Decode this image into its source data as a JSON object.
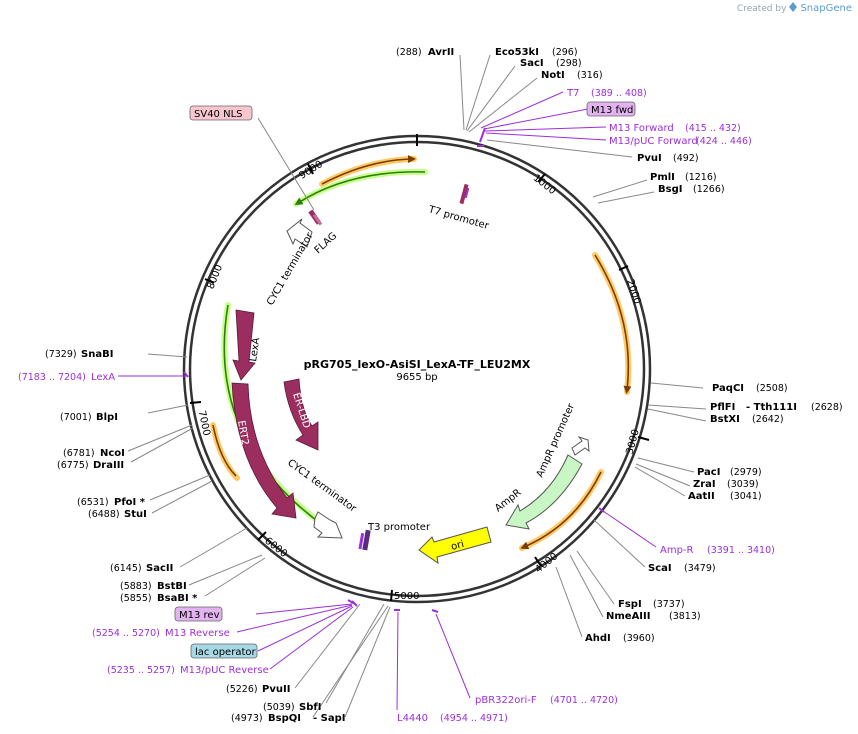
{
  "credit": {
    "prefix": "Created by",
    "brand": "SnapGene"
  },
  "plasmid": {
    "name": "pRG705_lexO-AsiSI_LexA-TF_LEU2MX",
    "length": "9655 bp"
  },
  "ticks": [
    "1000",
    "2000",
    "3000",
    "4000",
    "5000",
    "6000",
    "7000",
    "8000",
    "9000"
  ],
  "enzymes": [
    {
      "name": "AvrII",
      "pos": "(288)"
    },
    {
      "name": "Eco53kI",
      "pos": "(296)"
    },
    {
      "name": "SacI",
      "pos": "(298)"
    },
    {
      "name": "NotI",
      "pos": "(316)"
    },
    {
      "name": "PvuI",
      "pos": "(492)"
    },
    {
      "name": "PmlI",
      "pos": "(1216)"
    },
    {
      "name": "BsgI",
      "pos": "(1266)"
    },
    {
      "name": "PaqCI",
      "pos": "(2508)"
    },
    {
      "name": "PflFI",
      "pos": ""
    },
    {
      "name": "- Tth111I",
      "pos": "(2628)"
    },
    {
      "name": "BstXI",
      "pos": "(2642)"
    },
    {
      "name": "PacI",
      "pos": "(2979)"
    },
    {
      "name": "ZraI",
      "pos": "(3039)"
    },
    {
      "name": "AatII",
      "pos": "(3041)"
    },
    {
      "name": "ScaI",
      "pos": "(3479)"
    },
    {
      "name": "FspI",
      "pos": "(3737)"
    },
    {
      "name": "NmeAIII",
      "pos": "(3813)"
    },
    {
      "name": "AhdI",
      "pos": "(3960)"
    },
    {
      "name": "SnaBI",
      "pos": "(7329)"
    },
    {
      "name": "BlpI",
      "pos": "(7001)"
    },
    {
      "name": "NcoI",
      "pos": "(6781)"
    },
    {
      "name": "DraIII",
      "pos": "(6775)"
    },
    {
      "name": "PfoI *",
      "pos": "(6531)"
    },
    {
      "name": "StuI",
      "pos": "(6488)"
    },
    {
      "name": "SacII",
      "pos": "(6145)"
    },
    {
      "name": "BstBI",
      "pos": "(5883)"
    },
    {
      "name": "BsaBI *",
      "pos": "(5855)"
    },
    {
      "name": "PvuII",
      "pos": "(5226)"
    },
    {
      "name": "SbfI",
      "pos": "(5039)"
    },
    {
      "name": "BspQI",
      "pos": "(4973)"
    },
    {
      "name": "- SapI",
      "pos": ""
    }
  ],
  "primers": [
    {
      "name": "T7",
      "pos": "(389 .. 408)"
    },
    {
      "name": "M13 Forward",
      "pos": "(415 .. 432)"
    },
    {
      "name": "M13/pUC Forward",
      "pos": "(424 .. 446)"
    },
    {
      "name": "LexA",
      "pos": "(7183 .. 7204)"
    },
    {
      "name": "Amp-R",
      "pos": "(3391 .. 3410)"
    },
    {
      "name": "M13 Reverse",
      "pos": "(5254 .. 5270)"
    },
    {
      "name": "M13/pUC Reverse",
      "pos": "(5235 .. 5257)"
    },
    {
      "name": "pBR322ori-F",
      "pos": "(4701 .. 4720)"
    },
    {
      "name": "L4440",
      "pos": "(4954 .. 4971)"
    }
  ],
  "boxed_features": [
    "SV40 NLS",
    "M13 fwd",
    "M13 rev",
    "lac operator"
  ],
  "features": [
    "T7 promoter",
    "FLAG",
    "CYC1 terminator",
    "LexA",
    "ER-LBD",
    "ERT2",
    "CYC1 terminator",
    "T3 promoter",
    "AmpR promoter",
    "AmpR",
    "ori"
  ],
  "colors": {
    "primer": "#9b30d9",
    "feature_maroon": "#9b2d5f",
    "ori": "#ffff00",
    "ampr": "#c8f7c5",
    "orf_arrow": "#8a4a00",
    "orf_glow": "#ffc966",
    "green_arrow": "#2f7d0b",
    "green_glow": "#c6ff8c",
    "nls_box": "#f7c6cf",
    "fwd_box": "#e3b3f0",
    "lacop_box": "#a6d8e6"
  }
}
